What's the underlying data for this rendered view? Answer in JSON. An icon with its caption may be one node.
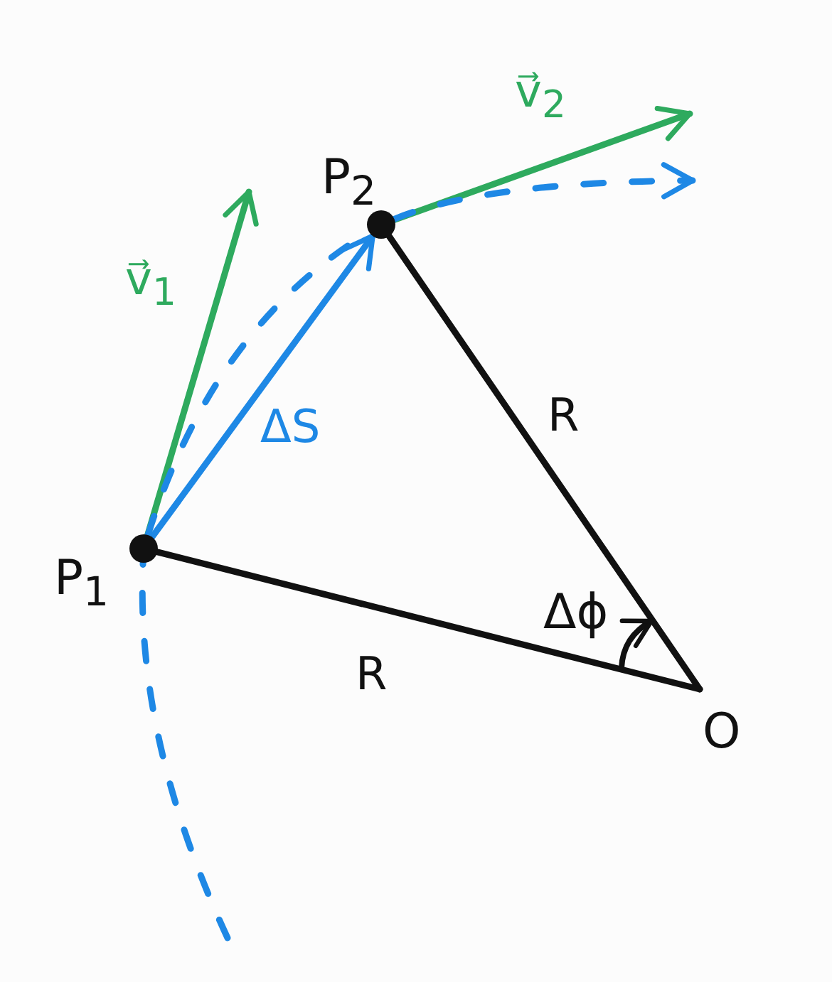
{
  "diagram": {
    "nodes": [
      {
        "text": [
          "P$_{1}$"
        ]
      },
      {
        "text": [
          "P$_{2}$"
        ]
      },
      {
        "text": [
          "O"
        ]
      }
    ],
    "edges": [
      {
        "from": 0,
        "to": 1,
        "arrow": "to",
        "label": "ΔS",
        "color": "#1e88e5"
      },
      {
        "from": 1,
        "to": 2,
        "arrow": "none",
        "label": "R",
        "color": "#111111"
      },
      {
        "from": 0,
        "to": 2,
        "arrow": "none",
        "label": "R",
        "color": "#111111"
      },
      {
        "from": 0,
        "to": null,
        "arrow": "to",
        "label": "v⃗$_{1}$",
        "color": "#2eaa5e"
      },
      {
        "from": 1,
        "to": null,
        "arrow": "to",
        "label": "v⃗$_{2}$",
        "color": "#2eaa5e"
      },
      {
        "from": null,
        "to": 0,
        "arrow": "none",
        "style": "dashed",
        "color": "#1e88e5"
      },
      {
        "from": 0,
        "to": 1,
        "arrow": "none",
        "style": "dashed",
        "color": "#1e88e5"
      },
      {
        "from": 1,
        "to": null,
        "arrow": "to",
        "style": "dashed",
        "color": "#1e88e5"
      }
    ],
    "labels": [
      "Δϕ"
    ]
  }
}
